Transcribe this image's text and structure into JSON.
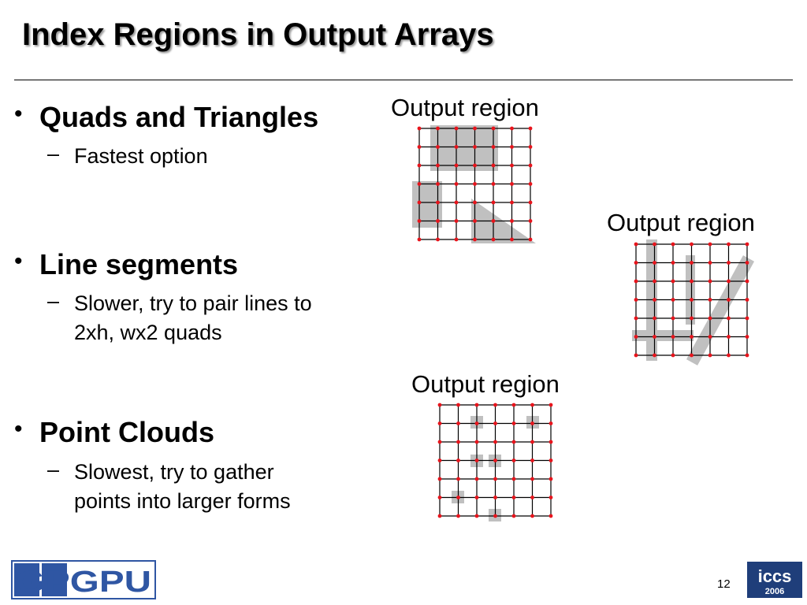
{
  "title": "Index Regions in Output Arrays",
  "bullets": [
    {
      "heading": "Quads and Triangles",
      "sub_lines": [
        "Fastest option"
      ]
    },
    {
      "heading": "Line segments",
      "sub_lines": [
        "Slower, try to pair lines to",
        "2xh, wx2 quads"
      ]
    },
    {
      "heading": "Point Clouds",
      "sub_lines": [
        "Slowest, try to gather",
        "points into larger forms"
      ]
    }
  ],
  "bullet_glyph": "•",
  "dash_glyph": "–",
  "diagrams": {
    "quads": {
      "caption": "Output region"
    },
    "lines": {
      "caption": "Output region"
    },
    "points": {
      "caption": "Output region"
    }
  },
  "footer": {
    "logo_left": "GPGPU",
    "page_number": "12",
    "logo_right": {
      "name": "iccs",
      "year": "2006"
    }
  },
  "colors": {
    "grid_line": "#000000",
    "grid_point": "#e8141c",
    "highlight": "#c0c0c0",
    "logo_blue": "#2f56a3",
    "logo_dark": "#1f3e7a"
  }
}
